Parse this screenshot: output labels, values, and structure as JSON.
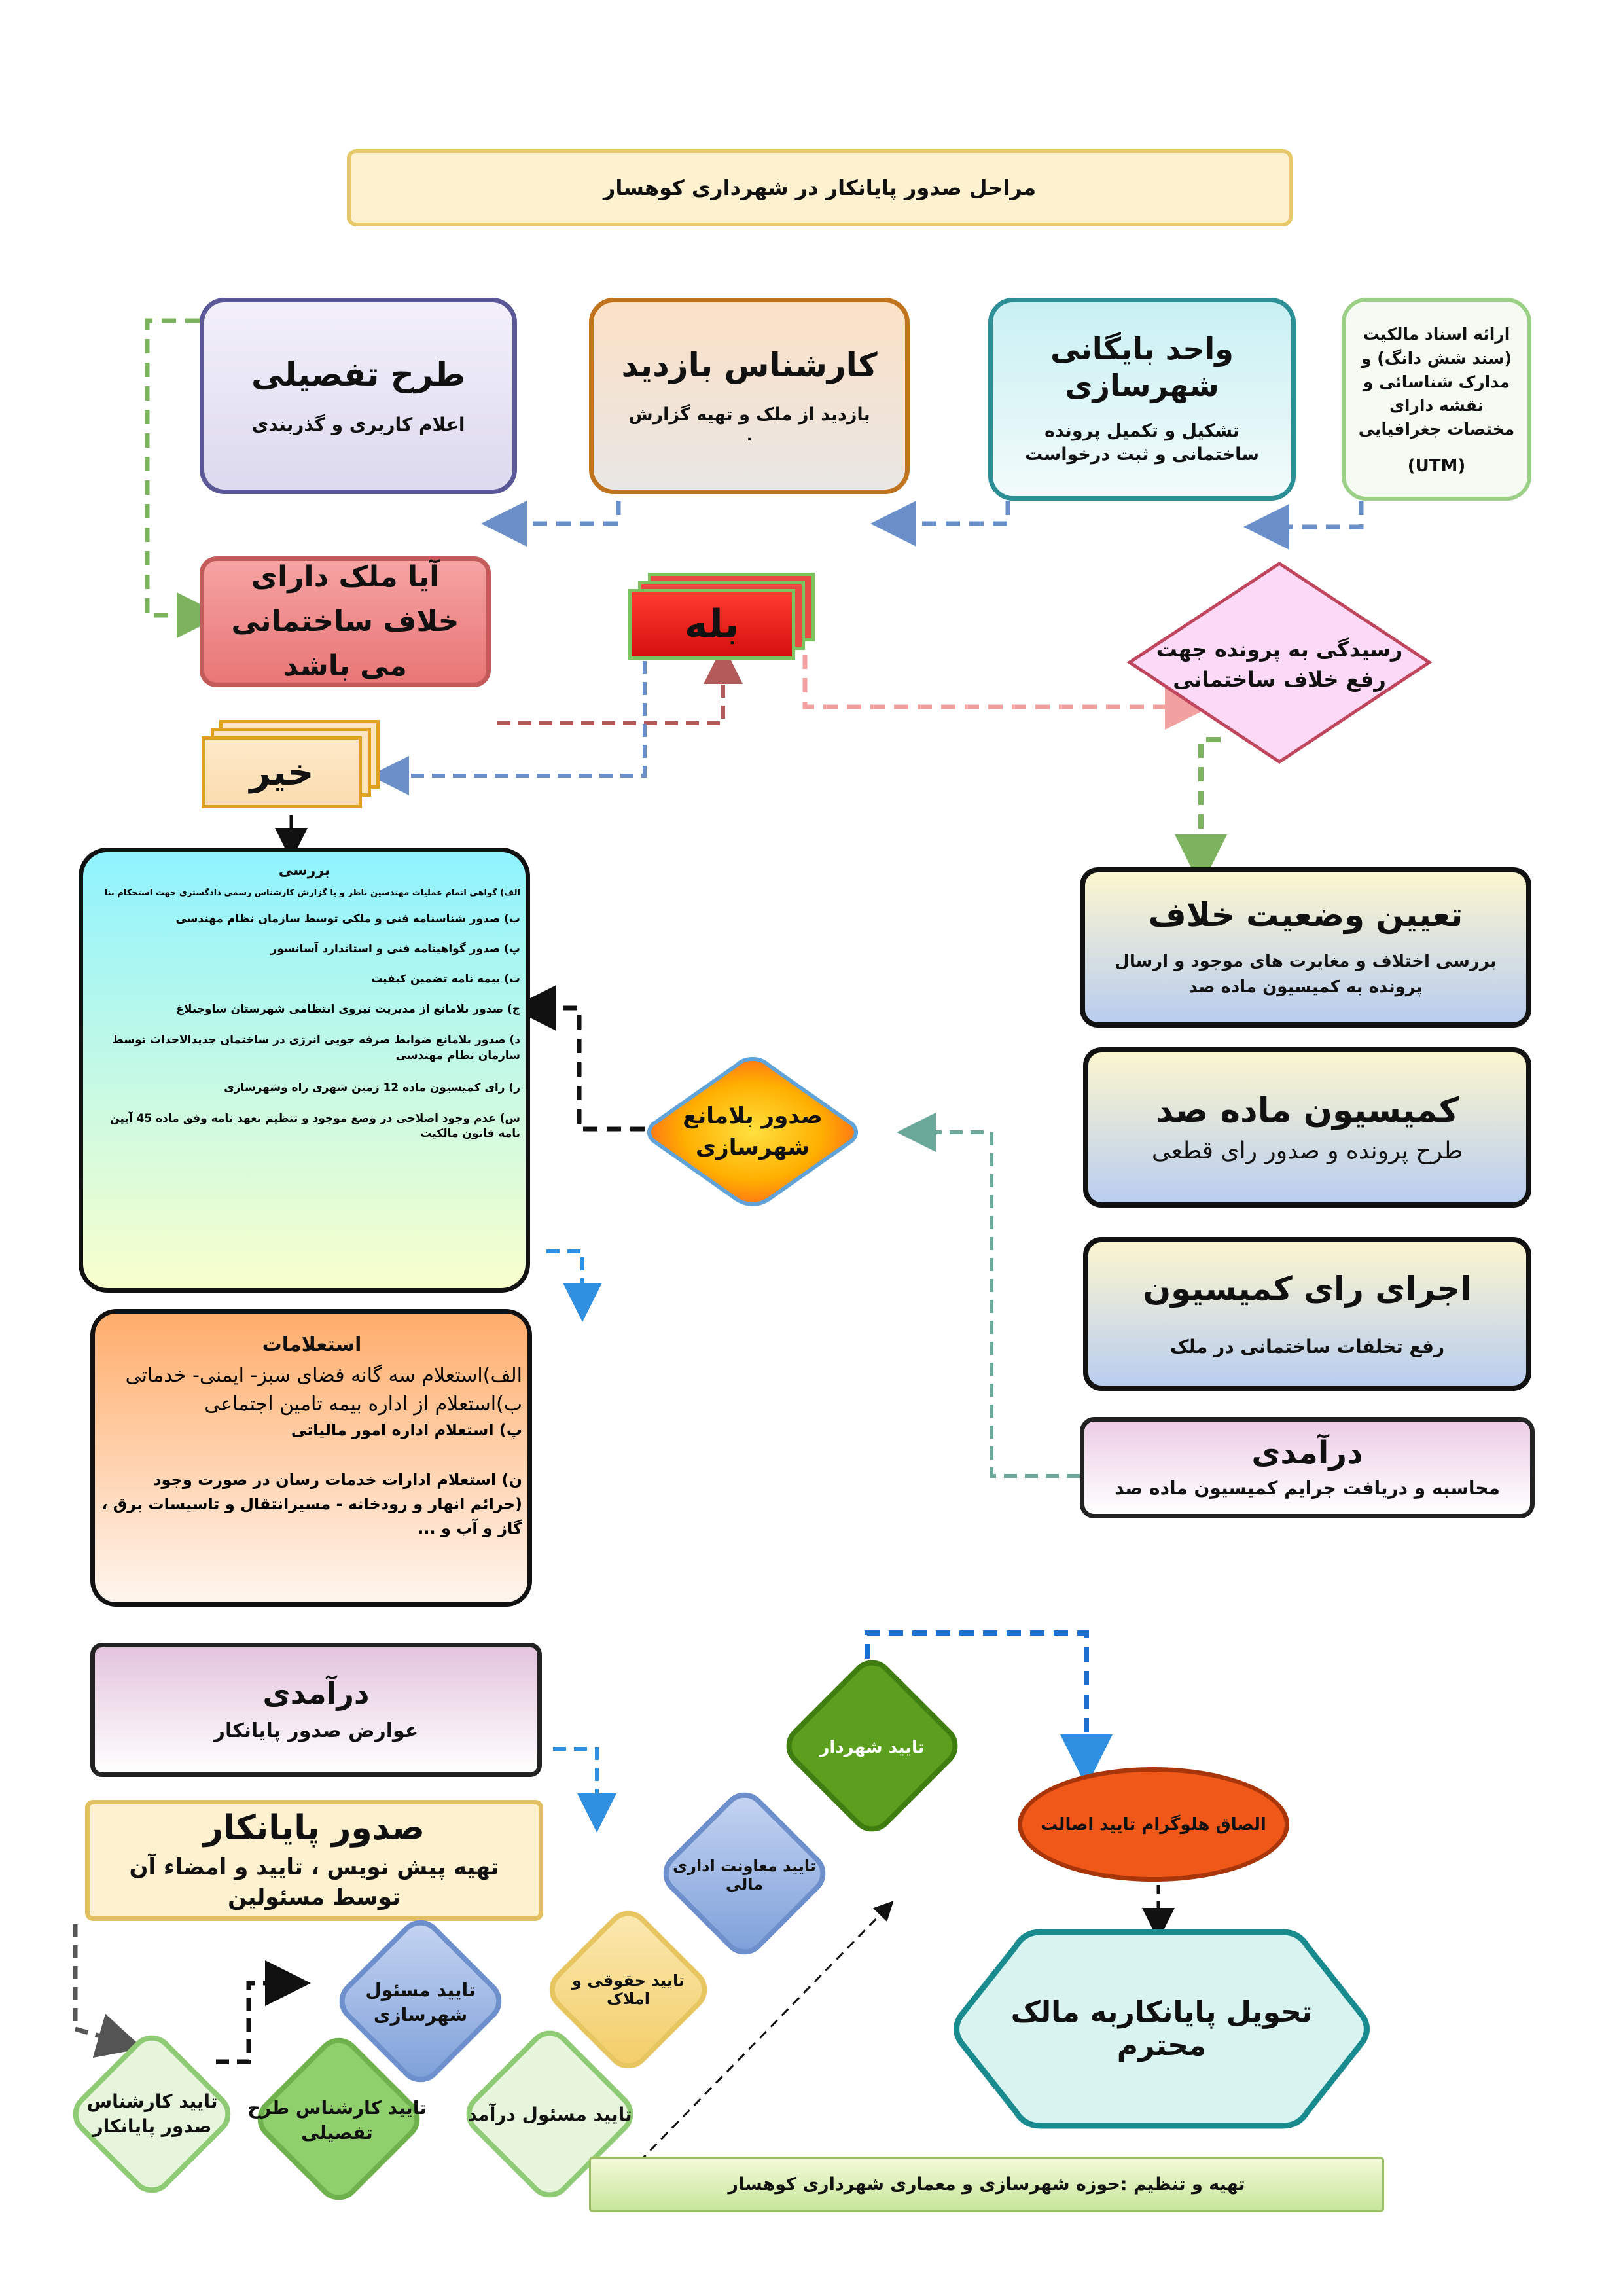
{
  "title": "مراحل صدور پایانکار در شهرداری کوهسار",
  "top_row": {
    "tafsili": {
      "title": "طرح تفصیلی",
      "sub": "اعلام کاربری و گذربندی"
    },
    "karshenas": {
      "title": "کارشناس بازدید",
      "sub": "بازدید از ملک  و تهیه گزارش",
      "dot": "."
    },
    "bayegani": {
      "title": "واحد بایگانی شهرسازی",
      "sub": "تشکیل و  تکمیل پرونده ساختمانی و  ثبت درخواست"
    },
    "asnad": {
      "text": "ارائه اسناد مالکیت (سند شش دانگ) و مدارک شناسائی و نقشه دارای مختصات جغرافیایی",
      "utm": "(UTM)"
    }
  },
  "question": "آیا ملک دارای خلاف ساختمانی می باشد",
  "yes": "بله",
  "no": "خیر",
  "resolve": "رسیدگی به پرونده جهت رفع خلاف ساختمانی",
  "right_column": [
    {
      "title": "تعیین وضعیت خلاف",
      "sub": "بررسی اختلاف و مغایرت های موجود  و ارسال پرونده به کمیسیون ماده صد"
    },
    {
      "title": "کمیسیون ماده صد",
      "sub": "طرح پرونده و صدور رای قطعی"
    },
    {
      "title": "اجرای رای کمیسیون",
      "sub": "رفع تخلفات ساختمانی در ملک"
    },
    {
      "title": "درآمدی",
      "sub": "محاسبه و دریافت جرایم کمیسیون ماده صد"
    }
  ],
  "barrasi": {
    "title": "بررسی",
    "items": [
      "الف) گواهی اتمام عملیات مهندسین ناظر و یا گزارش کارشناس رسمی دادگستری جهت استحکام بنا",
      "ب) صدور شناسنامه فنی و ملکی توسط سازمان نظام مهندسی",
      "پ) صدور گواهینامه فنی و استاندارد آسانسور",
      "ت) بیمه نامه تضمین کیفیت",
      "ج) صدور بلامانع از مدیریت نیروی انتظامی شهرستان ساوجبلاغ",
      "د) صدور بلامانع ضوابط صرفه جویی انرژی در ساختمان  جدیدالاحداث توسط   سازمان نظام مهندسی",
      "ر) رای کمیسیون ماده 12 زمین شهری راه وشهرسازی",
      "س) عدم وجود اصلاحی در وضع موجود و تنظیم تعهد نامه وفق ماده 45 آیین نامه قانون مالکیت"
    ]
  },
  "belamane": "صدور بلامانع شهرسازی",
  "esteelamat": {
    "title": "استعلامات",
    "items": [
      "الف)استعلام سه گانه فضای سبز- ایمنی- خدماتی",
      "ب)استعلام از اداره بیمه تامین اجتماعی",
      "پ)  استعلام اداره امور مالیاتی",
      "ن) استعلام ادارات خدمات رسان در صورت وجود (حرائم انهار و رودخانه - مسیرانتقال و تاسیسات برق ، گاز و آب و ..."
    ]
  },
  "daramadi_left": {
    "title": "درآمدی",
    "sub": "عوارض صدور پایانکار"
  },
  "sodoor": {
    "title": "صدور پایانکار",
    "sub": "تهیه پیش نویس ، تایید و  امضاء آن توسط مسئولین"
  },
  "diamonds": {
    "d1": "تایید کارشناس صدور پایانکار",
    "d2": "تایید کارشناس طرح تفصیلی",
    "d3": "تایید مسئول شهرسازی",
    "d4": "تایید مسئول درآمد",
    "d5": "تایید حقوقی و املاک",
    "d6": "تایید معاونت اداری مالی",
    "d7": "تایید شهردار"
  },
  "holo": "الصاق هلوگرام تایید اصالت",
  "delivery": "تحویل پایانکاربه مالک محترم",
  "footer": "تهیه و تنظیم :حوزه شهرسازی و معماری شهرداری کوهسار",
  "colors": {
    "green_arrow": "#7db35f",
    "blue_arrow": "#6b8fc9",
    "red_arrow": "#b55a5a",
    "pink_arrow": "#f2a0a0",
    "teal_arrow": "#6aa899"
  }
}
